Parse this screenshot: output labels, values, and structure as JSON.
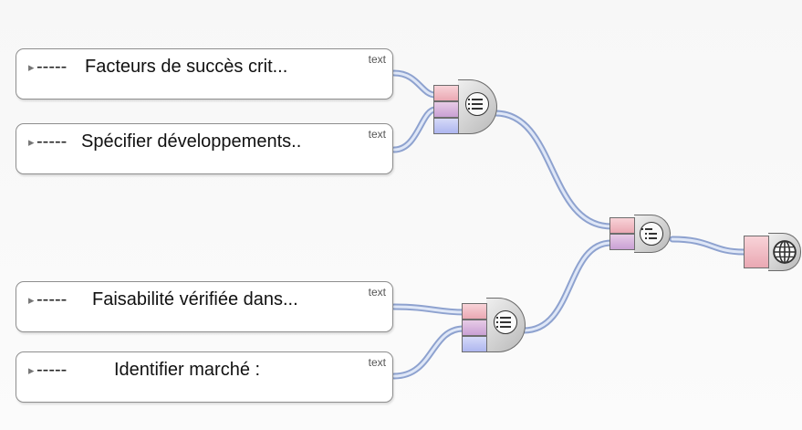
{
  "diagram": {
    "nodes": [
      {
        "id": "n1",
        "toggle": "▸",
        "dashes": "-----",
        "label": "Facteurs de succès crit...",
        "kind": "text"
      },
      {
        "id": "n2",
        "toggle": "▸",
        "dashes": "-----",
        "label": "Spécifier développements..",
        "kind": "text"
      },
      {
        "id": "n3",
        "toggle": "▸",
        "dashes": "-----",
        "label": "Faisabilité vérifiée dans...",
        "kind": "text"
      },
      {
        "id": "n4",
        "toggle": "▸",
        "dashes": "-----",
        "label": "Identifier marché :",
        "kind": "text"
      }
    ],
    "gates": [
      {
        "id": "g1",
        "icon": "list-circle-icon"
      },
      {
        "id": "g2",
        "icon": "list-circle-icon"
      },
      {
        "id": "g3",
        "icon": "indent-list-circle-icon"
      },
      {
        "id": "g4",
        "icon": "globe-grid-icon"
      }
    ],
    "edges": [
      {
        "from": "n1",
        "to": "g1"
      },
      {
        "from": "n2",
        "to": "g1"
      },
      {
        "from": "n3",
        "to": "g2"
      },
      {
        "from": "n4",
        "to": "g2"
      },
      {
        "from": "g1",
        "to": "g3"
      },
      {
        "from": "g2",
        "to": "g3"
      },
      {
        "from": "g3",
        "to": "g4"
      }
    ],
    "colors": {
      "connector": "#b9c9e8",
      "connector_edge": "#8ea2cf",
      "port_pink": "#eaa8b3",
      "port_violet": "#c9a0d4",
      "port_blue": "#aeb6ef"
    }
  }
}
